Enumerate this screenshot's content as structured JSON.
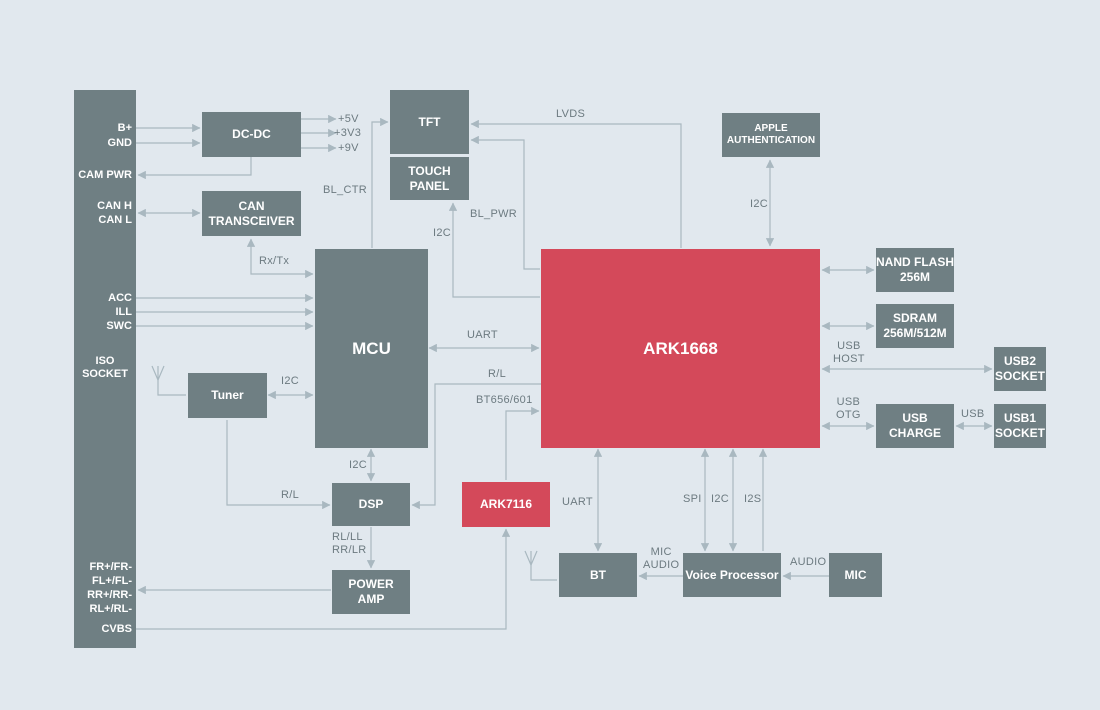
{
  "blocks": {
    "dcdc": "DC-DC",
    "can_transceiver": "CAN\nTRANSCEIVER",
    "tft": "TFT",
    "touch_panel": "TOUCH\nPANEL",
    "apple_auth": "APPLE\nAUTHENTICATION",
    "mcu": "MCU",
    "ark1668": "ARK1668",
    "tuner": "Tuner",
    "dsp": "DSP",
    "ark7116": "ARK7116",
    "power_amp": "POWER\nAMP",
    "bt": "BT",
    "voice_processor": "Voice Processor",
    "mic": "MIC",
    "nand_flash": "NAND FLASH\n256M",
    "sdram": "SDRAM\n256M/512M",
    "usb2_socket": "USB2\nSOCKET",
    "usb_charge": "USB\nCHARGE",
    "usb1_socket": "USB1\nSOCKET"
  },
  "iso_socket": {
    "b_plus": "B+",
    "gnd": "GND",
    "cam_pwr": "CAM PWR",
    "can_h": "CAN H",
    "can_l": "CAN L",
    "acc": "ACC",
    "ill": "ILL",
    "swc": "SWC",
    "title": "ISO\nSOCKET",
    "speakers": "FR+/FR-\nFL+/FL-\nRR+/RR-\nRL+/RL-",
    "cvbs": "CVBS"
  },
  "signals": {
    "v5": "+5V",
    "v3v3": "+3V3",
    "v9": "+9V",
    "lvds": "LVDS",
    "bl_ctr": "BL_CTR",
    "bl_pwr": "BL_PWR",
    "i2c_touch": "I2C",
    "i2c_apple": "I2C",
    "rx_tx": "Rx/Tx",
    "uart_mcu": "UART",
    "rl_ark": "R/L",
    "bt656": "BT656/601",
    "i2c_tuner": "I2C",
    "i2c_dsp": "I2C",
    "rl_tuner": "R/L",
    "rl_ll": "RL/LL\nRR/LR",
    "uart_bt": "UART",
    "spi": "SPI",
    "i2c_voice": "I2C",
    "i2s": "I2S",
    "mic_audio": "MIC\nAUDIO",
    "audio": "AUDIO",
    "usb_host": "USB\nHOST",
    "usb_otg": "USB\nOTG",
    "usb": "USB"
  },
  "colors": {
    "background": "#e1e8ee",
    "block": "#6f7f83",
    "highlight": "#d4495a",
    "wire": "#a9b8c0",
    "label": "#6c7a80"
  }
}
